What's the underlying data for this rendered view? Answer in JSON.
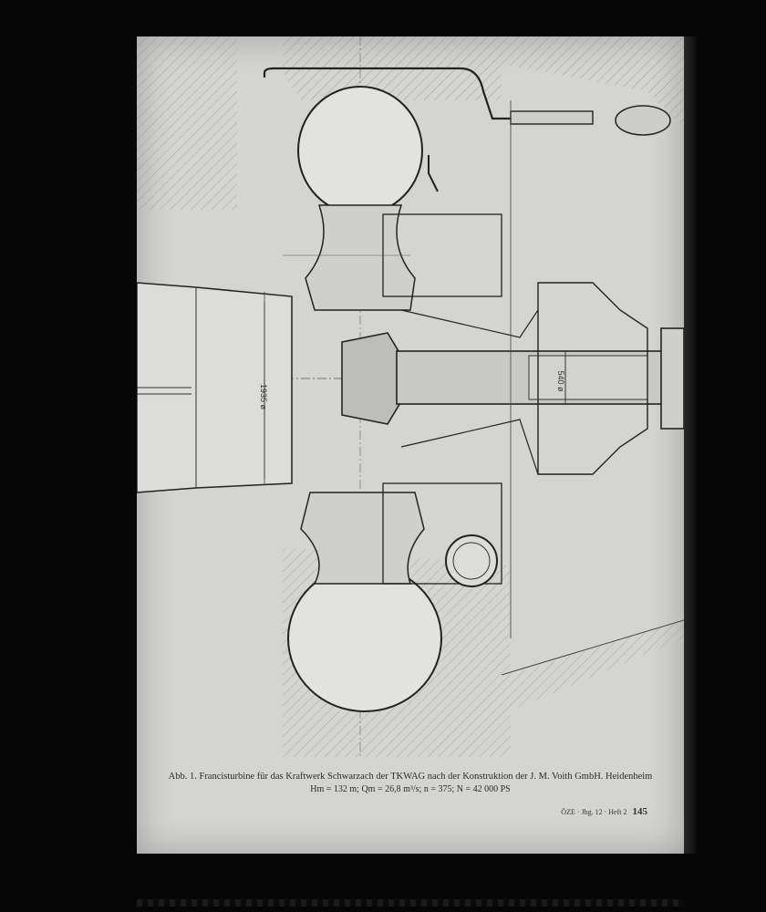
{
  "document": {
    "caption_line1": "Abb. 1. Francisturbine für das Kraftwerk Schwarzach der TKWAG nach der Konstruktion der J. M. Voith GmbH. Heidenheim",
    "caption_line2": "Hm = 132 m; Qm = 26,8 m³/s; n = 375; N = 42 000 PS",
    "journal_ref": "ÖZE · Jhg. 12 · Heft 2",
    "page_number": "145"
  },
  "drawing": {
    "dimension_diameter": "1935 ø",
    "dimension_shaft": "540 ø"
  },
  "colors": {
    "paper": "#d4d4d2",
    "ink": "#2a2a2a",
    "film": "#060606"
  }
}
